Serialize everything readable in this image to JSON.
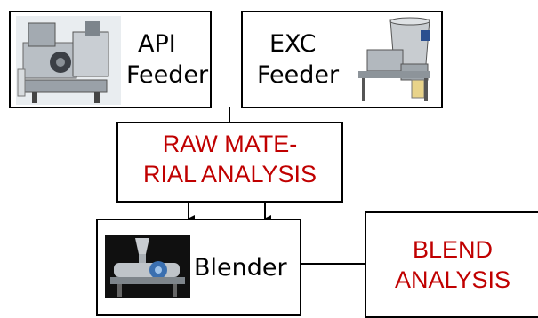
{
  "nodes": {
    "api_feeder": {
      "line1": "API",
      "line2": "Feeder"
    },
    "exc_feeder": {
      "line1": "EXC",
      "line2": "Feeder"
    },
    "raw_material": {
      "line1": "RAW MATE-",
      "line2": "RIAL ANALYSIS"
    },
    "blender": {
      "label": "Blender"
    },
    "blend_analysis": {
      "line1": "BLEND",
      "line2": "ANALYSIS"
    }
  },
  "colors": {
    "analysis_text": "#c00000",
    "border": "#000000"
  },
  "icons": {
    "api_feeder": "api-feeder-machine-photo",
    "exc_feeder": "exc-feeder-machine-photo",
    "blender": "blender-machine-photo"
  }
}
